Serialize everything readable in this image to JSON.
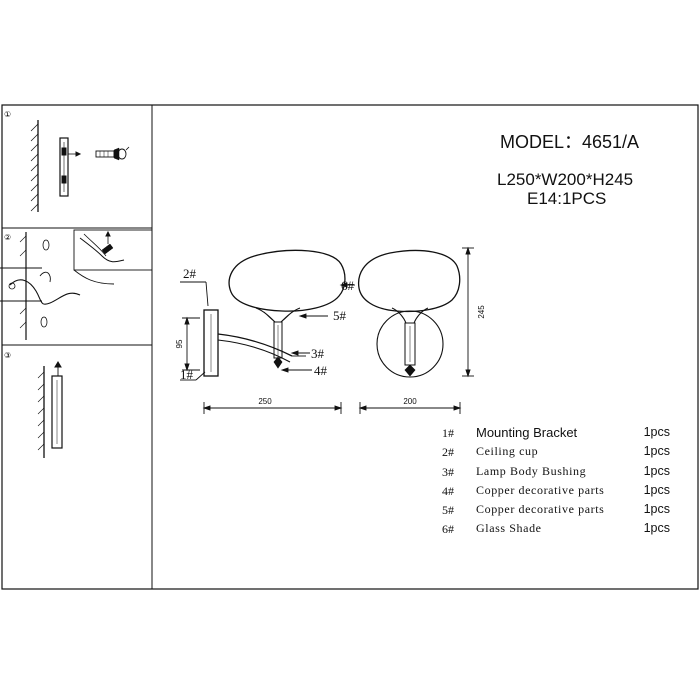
{
  "header": {
    "model": "MODEL：4651/A",
    "dimensions": "L250*W200*H245",
    "bulb": "E14:1PCS"
  },
  "steps": [
    "①",
    "②",
    "③"
  ],
  "drawing": {
    "callouts": {
      "c1": "1#",
      "c2": "2#",
      "c3": "3#",
      "c4": "4#",
      "c5": "5#",
      "c6": "6#"
    },
    "dim_95": "95",
    "dim_250": "250",
    "dim_200": "200",
    "dim_245": "245"
  },
  "parts": [
    {
      "num": "1#",
      "name": "Mounting Bracket",
      "qty": "1pcs"
    },
    {
      "num": "2#",
      "name": "Ceiling cup",
      "qty": "1pcs"
    },
    {
      "num": "3#",
      "name": "Lamp Body Bushing",
      "qty": "1pcs"
    },
    {
      "num": "4#",
      "name": "Copper decorative parts",
      "qty": "1pcs"
    },
    {
      "num": "5#",
      "name": "Copper decorative parts",
      "qty": "1pcs"
    },
    {
      "num": "6#",
      "name": "Glass Shade",
      "qty": "1pcs"
    }
  ]
}
